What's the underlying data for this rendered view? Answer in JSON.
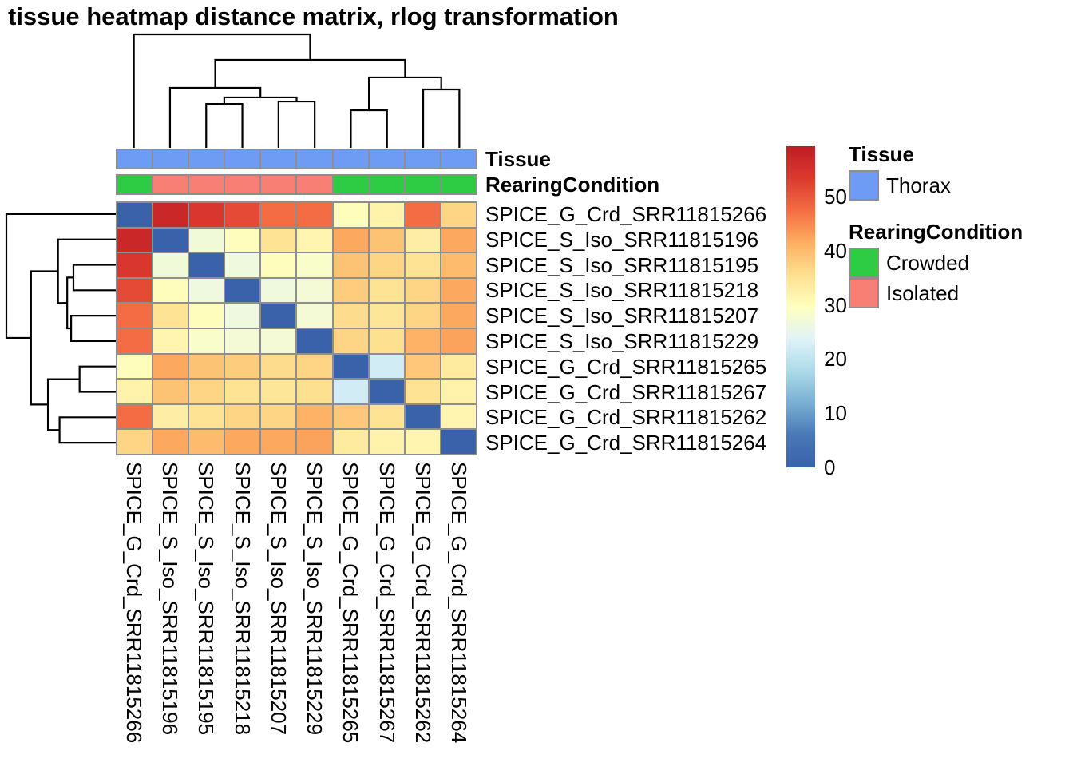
{
  "title": "tissue heatmap distance matrix, rlog transformation",
  "chart_data": {
    "type": "heatmap",
    "title": "tissue heatmap distance matrix, rlog transformation",
    "samples": [
      "SPICE_G_Crd_SRR11815266",
      "SPICE_S_Iso_SRR11815196",
      "SPICE_S_Iso_SRR11815195",
      "SPICE_S_Iso_SRR11815218",
      "SPICE_S_Iso_SRR11815207",
      "SPICE_S_Iso_SRR11815229",
      "SPICE_G_Crd_SRR11815265",
      "SPICE_G_Crd_SRR11815267",
      "SPICE_G_Crd_SRR11815262",
      "SPICE_G_Crd_SRR11815264"
    ],
    "matrix": [
      [
        0,
        57,
        54,
        51.5,
        47.5,
        47.5,
        30,
        32,
        47.5,
        37
      ],
      [
        57,
        0,
        27,
        30,
        35,
        31.5,
        42,
        39,
        33,
        42
      ],
      [
        54,
        27,
        0,
        26.5,
        30,
        28.5,
        39,
        37,
        35,
        40
      ],
      [
        51.5,
        30,
        26.5,
        0,
        26.5,
        27.5,
        38,
        35,
        37,
        42
      ],
      [
        47.5,
        35,
        30,
        26.5,
        0,
        27.5,
        36,
        34.5,
        37,
        42
      ],
      [
        47.5,
        31.5,
        28.5,
        27.5,
        27.5,
        0,
        37,
        35.5,
        41,
        42.5
      ],
      [
        30,
        42,
        39,
        38,
        36,
        37,
        0,
        22,
        38.5,
        33.5
      ],
      [
        32,
        39,
        37,
        35,
        34.5,
        35.5,
        22,
        0,
        35,
        32
      ],
      [
        47.5,
        33,
        35,
        37,
        37,
        41,
        38.5,
        35,
        0,
        31.5
      ],
      [
        37,
        42,
        40,
        42,
        42,
        42.5,
        33.5,
        32,
        31.5,
        0
      ]
    ],
    "color_scale": {
      "domain_min": 0,
      "domain_max": 59.3,
      "ticks": [
        0,
        10,
        20,
        30,
        40,
        50
      ],
      "stops": [
        [
          0.0,
          "#3A62AB"
        ],
        [
          0.1,
          "#4978B6"
        ],
        [
          0.2,
          "#79AFD2"
        ],
        [
          0.3,
          "#ACDAE9"
        ],
        [
          0.4,
          "#E0F3F8"
        ],
        [
          0.5,
          "#FFFFBF"
        ],
        [
          0.6,
          "#FEE090"
        ],
        [
          0.7,
          "#FDAE61"
        ],
        [
          0.8,
          "#F46D43"
        ],
        [
          0.9,
          "#DC3A2F"
        ],
        [
          1.0,
          "#BE1B26"
        ]
      ]
    },
    "annotations": [
      {
        "label": "Tissue",
        "values": [
          "Thorax",
          "Thorax",
          "Thorax",
          "Thorax",
          "Thorax",
          "Thorax",
          "Thorax",
          "Thorax",
          "Thorax",
          "Thorax"
        ]
      },
      {
        "label": "RearingCondition",
        "values": [
          "Crowded",
          "Isolated",
          "Isolated",
          "Isolated",
          "Isolated",
          "Isolated",
          "Crowded",
          "Crowded",
          "Crowded",
          "Crowded"
        ]
      }
    ],
    "annotation_colors": {
      "Thorax": "#6E9CF5",
      "Crowded": "#2ECC44",
      "Isolated": "#F77F74"
    },
    "dendrogram": {
      "merges": [
        {
          "a": "L2",
          "b": "L3",
          "h": 0.387
        },
        {
          "a": "L4",
          "b": "L5",
          "h": 0.408
        },
        {
          "a": "M0",
          "b": "M1",
          "h": 0.444
        },
        {
          "a": "L1",
          "b": "M2",
          "h": 0.528
        },
        {
          "a": "L6",
          "b": "L7",
          "h": 0.331
        },
        {
          "a": "L8",
          "b": "L9",
          "h": 0.514
        },
        {
          "a": "M4",
          "b": "M5",
          "h": 0.62
        },
        {
          "a": "M3",
          "b": "M6",
          "h": 0.775
        },
        {
          "a": "L0",
          "b": "M7",
          "h": 1.0
        }
      ],
      "line_color": "#000000"
    },
    "legend": [
      {
        "title": "Tissue",
        "items": [
          {
            "label": "Thorax",
            "color": "#6E9CF5"
          }
        ]
      },
      {
        "title": "RearingCondition",
        "items": [
          {
            "label": "Crowded",
            "color": "#2ECC44"
          },
          {
            "label": "Isolated",
            "color": "#F77F74"
          }
        ]
      }
    ],
    "grid_line_color": "#8E8E8E"
  }
}
